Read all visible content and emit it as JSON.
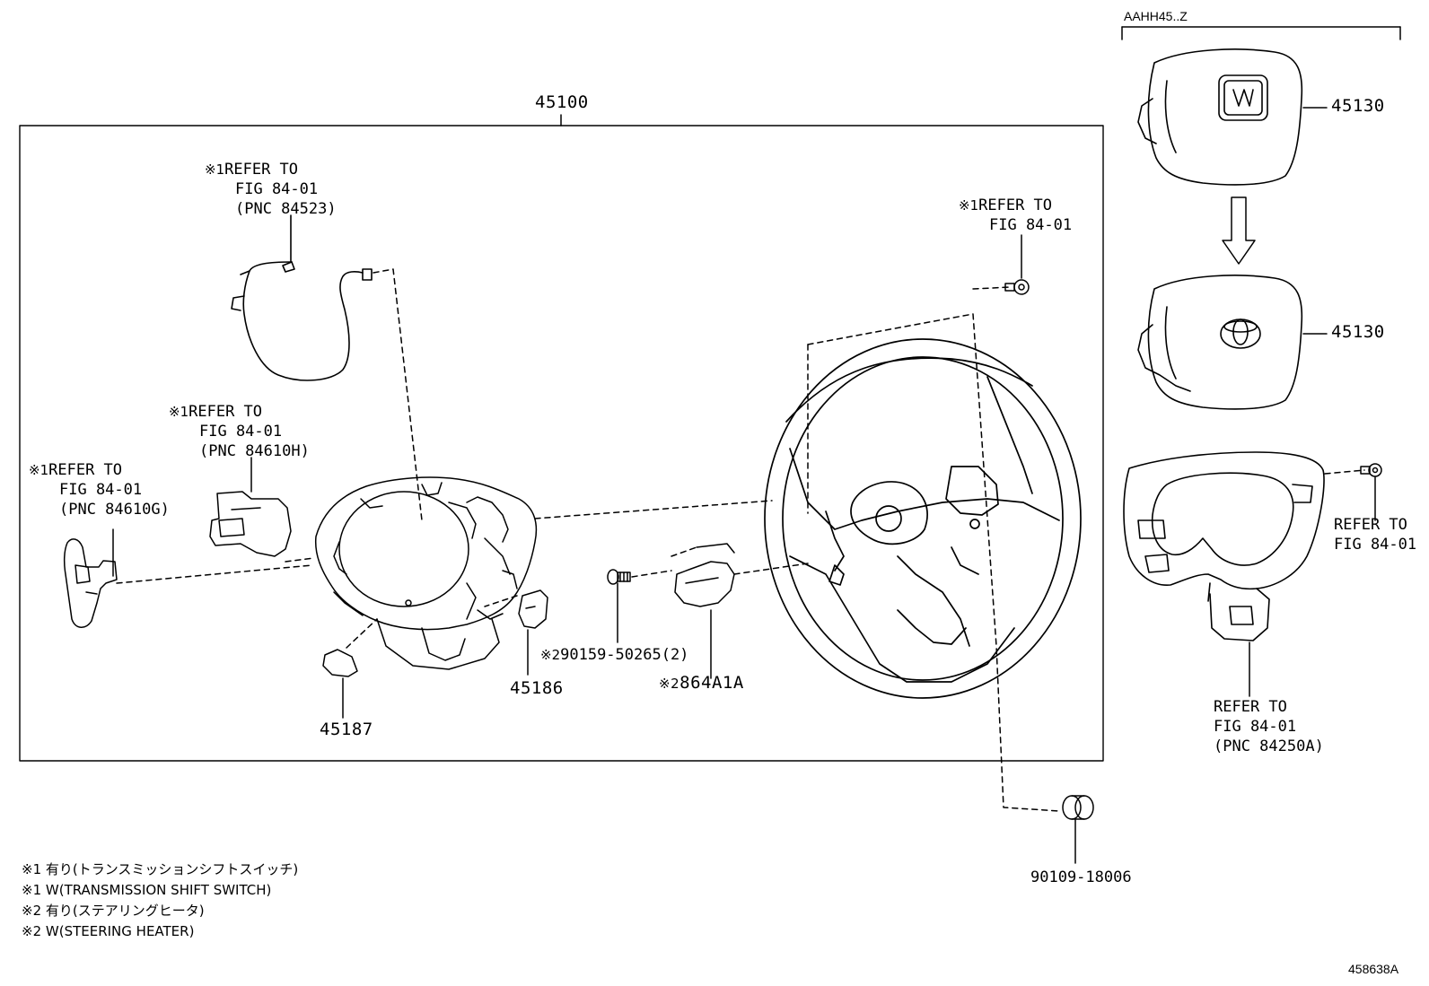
{
  "header": {
    "model_code": "AAHH45..Z",
    "figure_id": "458638A"
  },
  "assembly": {
    "part_number": "45100"
  },
  "parts": {
    "airbag_upper": "45130",
    "airbag_lower": "45130",
    "part_45186": "45186",
    "part_45187": "45187",
    "bolt": "90159-50265(2)",
    "heater": "864A1A",
    "nut": "90109-18006"
  },
  "marks": {
    "m1": "※1",
    "m2": "※2"
  },
  "references": {
    "wire_top": {
      "line1": "REFER TO",
      "line2": "FIG 84-01",
      "line3": "(PNC 84523)"
    },
    "wheel_top": {
      "line1": "REFER TO",
      "line2": "FIG 84-01"
    },
    "paddle_right": {
      "line1": "REFER TO",
      "line2": "FIG 84-01",
      "line3": "(PNC 84610H)"
    },
    "paddle_left": {
      "line1": "REFER TO",
      "line2": "FIG 84-01",
      "line3": "(PNC 84610G)"
    },
    "cover_screw": {
      "line1": "REFER TO",
      "line2": "FIG 84-01"
    },
    "cover_bottom": {
      "line1": "REFER TO",
      "line2": "FIG 84-01",
      "line3": "(PNC 84250A)"
    }
  },
  "notes": [
    "※1 有り(トランスミッションシフトスイッチ)",
    "※1 W(TRANSMISSION SHIFT SWITCH)",
    "※2 有り(ステアリングヒータ)",
    "※2 W(STEERING HEATER)"
  ],
  "icons": [
    "steering-wheel-drawing",
    "airbag-drawing",
    "wire-harness-drawing",
    "paddle-switch-drawing",
    "screw-drawing",
    "nut-drawing"
  ]
}
